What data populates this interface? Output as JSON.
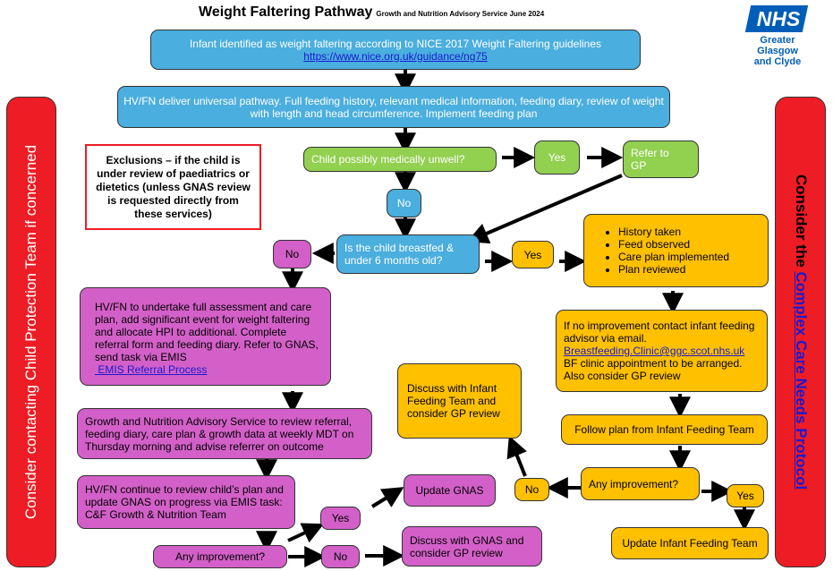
{
  "title": "Weight Faltering Pathway",
  "subtitle": "Growth and Nutrition Advisory Service June 2024",
  "logo": {
    "brand": "NHS",
    "region": "Greater Glasgow\nand Clyde"
  },
  "side_left": "Consider contacting Child Protection Team if concerned",
  "side_right": {
    "prefix": "Consider the ",
    "link": "Complex Care Needs Protocol"
  },
  "exclusions": "Exclusions – if the child is under review of paediatrics or dietetics (unless GNAS review is requested directly from these services)",
  "nodes": {
    "identified": {
      "text": "Infant identified as weight faltering according to NICE 2017 Weight Faltering guidelines",
      "link": "https://www.nice.org.uk/guidance/ng75"
    },
    "universal": "HV/FN deliver universal pathway. Full feeding history, relevant medical information, feeding diary, review of weight with length and head circumference. Implement feeding plan",
    "unwell_q": "Child possibly medically unwell?",
    "unwell_yes": "Yes",
    "refer_gp": "Refer to\nGP",
    "unwell_no": "No",
    "breastfed_q": "Is the child breastfed &\nunder 6 months old?",
    "bf_yes": "Yes",
    "bf_no": "No",
    "bf_actions": [
      "History taken",
      "Feed observed",
      "Care plan implemented",
      "Plan reviewed"
    ],
    "no_improvement": {
      "before": "If no improvement contact infant feeding advisor via email.",
      "email": "Breastfeeding.Clinic@ggc.scot.nhs.uk",
      "after": "BF clinic appointment to be arranged. Also consider GP review"
    },
    "follow_plan": "Follow plan from Infant Feeding Team",
    "any_improvement_bf": "Any improvement?",
    "bf_imp_yes": "Yes",
    "bf_imp_no": "No",
    "update_ift": "Update Infant Feeding Team",
    "discuss_ift": "Discuss with Infant Feeding Team and consider GP review",
    "full_assessment": {
      "text": "HV/FN to undertake full assessment and care plan, add significant event for weight faltering and allocate HPI to additional. Complete referral form and feeding diary. Refer to GNAS, send task via EMIS",
      "link": " EMIS Referral Process"
    },
    "gnas_review": "Growth and Nutrition Advisory Service to review referral, feeding diary, care plan & growth data at weekly MDT on Thursday morning and advise referrer on outcome",
    "continue_review": "HV/FN continue to review child’s plan and update GNAS on progress via EMIS task: C&F Growth & Nutrition Team",
    "any_improvement_gnas": "Any improvement?",
    "gnas_yes": "Yes",
    "gnas_no": "No",
    "update_gnas": "Update GNAS",
    "discuss_gnas": "Discuss with GNAS and consider GP review"
  },
  "colors": {
    "blue": "#4aaede",
    "green": "#92d050",
    "orange": "#ffc000",
    "purple": "#d360c8",
    "red": "#ee1c24",
    "nhs_blue": "#005eb8"
  }
}
